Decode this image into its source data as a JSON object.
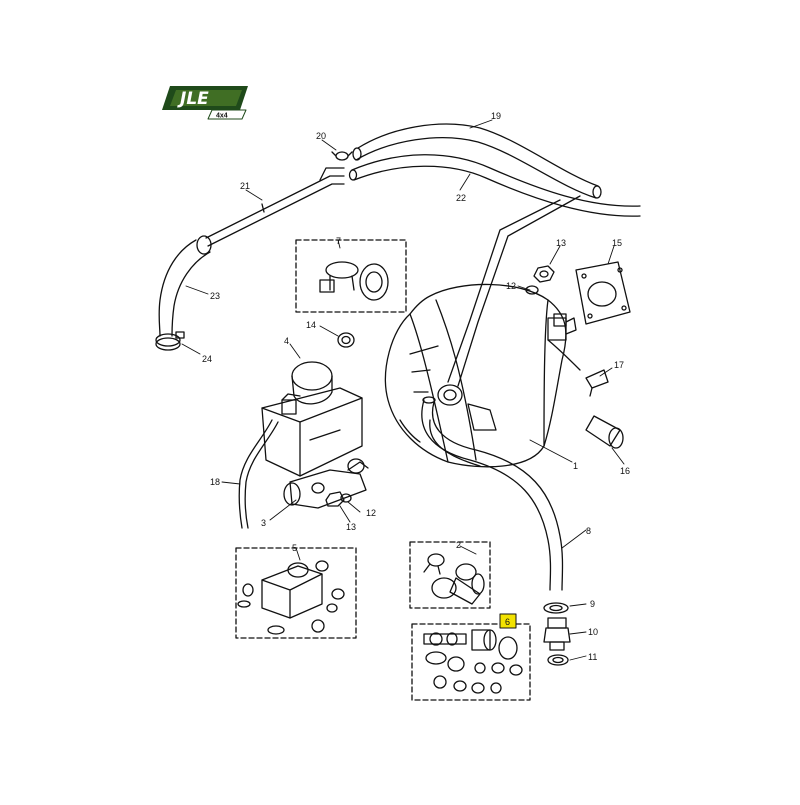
{
  "logo": {
    "brand": "JLE",
    "sub": "4x4",
    "color_dark": "#1f4a1a",
    "color_light": "#7fb23a"
  },
  "highlight_color": "#f2e200",
  "callouts": {
    "c1": "1",
    "c2": "2",
    "c3": "3",
    "c4": "4",
    "c5": "5",
    "c6": "6",
    "c7": "7",
    "c8": "8",
    "c9": "9",
    "c10": "10",
    "c11": "11",
    "c12a": "12",
    "c12b": "12",
    "c13a": "13",
    "c13b": "13",
    "c14": "14",
    "c15": "15",
    "c16": "16",
    "c17": "17",
    "c18": "18",
    "c19": "19",
    "c20": "20",
    "c21": "21",
    "c22": "22",
    "c23": "23",
    "c24": "24"
  }
}
